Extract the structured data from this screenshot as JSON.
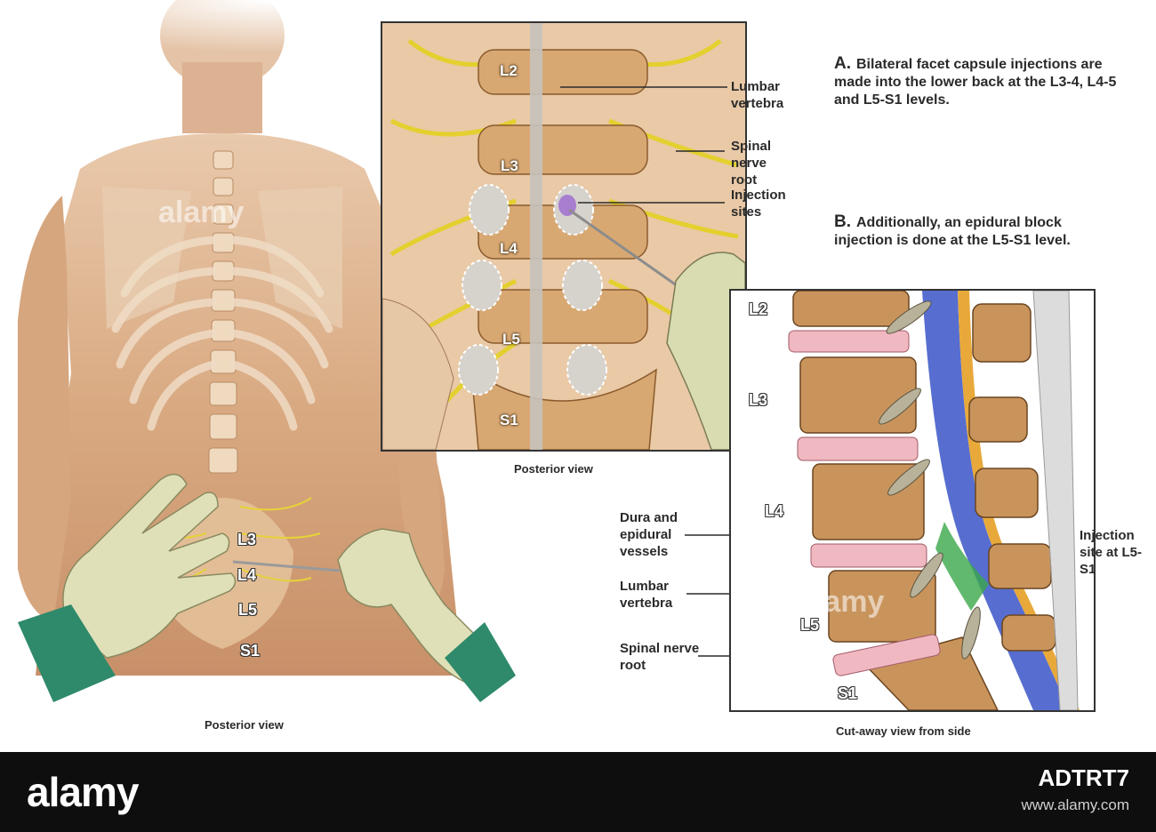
{
  "back_view": {
    "caption": "Posterior view",
    "levels": [
      "L3",
      "L4",
      "L5",
      "S1"
    ],
    "watermark": "alamy"
  },
  "posterior_inset": {
    "caption": "Posterior view",
    "levels": [
      "L2",
      "L3",
      "L4",
      "L5",
      "S1"
    ],
    "callouts": [
      "Lumbar vertebra",
      "Spinal nerve root",
      "Injection sites"
    ]
  },
  "side_view": {
    "caption": "Cut-away view from side",
    "levels": [
      "L2",
      "L3",
      "L4",
      "L5",
      "S1"
    ],
    "callouts_left": [
      "Dura and epidural vessels",
      "Lumbar vertebra",
      "Spinal nerve root"
    ],
    "callout_right": "Injection site at L5-S1",
    "watermark": "alamy"
  },
  "notes": [
    {
      "key": "A.",
      "text": "Bilateral facet capsule injections are made into the lower back at the L3-4, L4-5 and L5-S1 levels."
    },
    {
      "key": "B.",
      "text": "Additionally, an epidural block injection is done at the L5-S1 level."
    }
  ],
  "footer": {
    "brand": "alamy",
    "image_id": "ADTRT7",
    "site": "www.alamy.com"
  }
}
